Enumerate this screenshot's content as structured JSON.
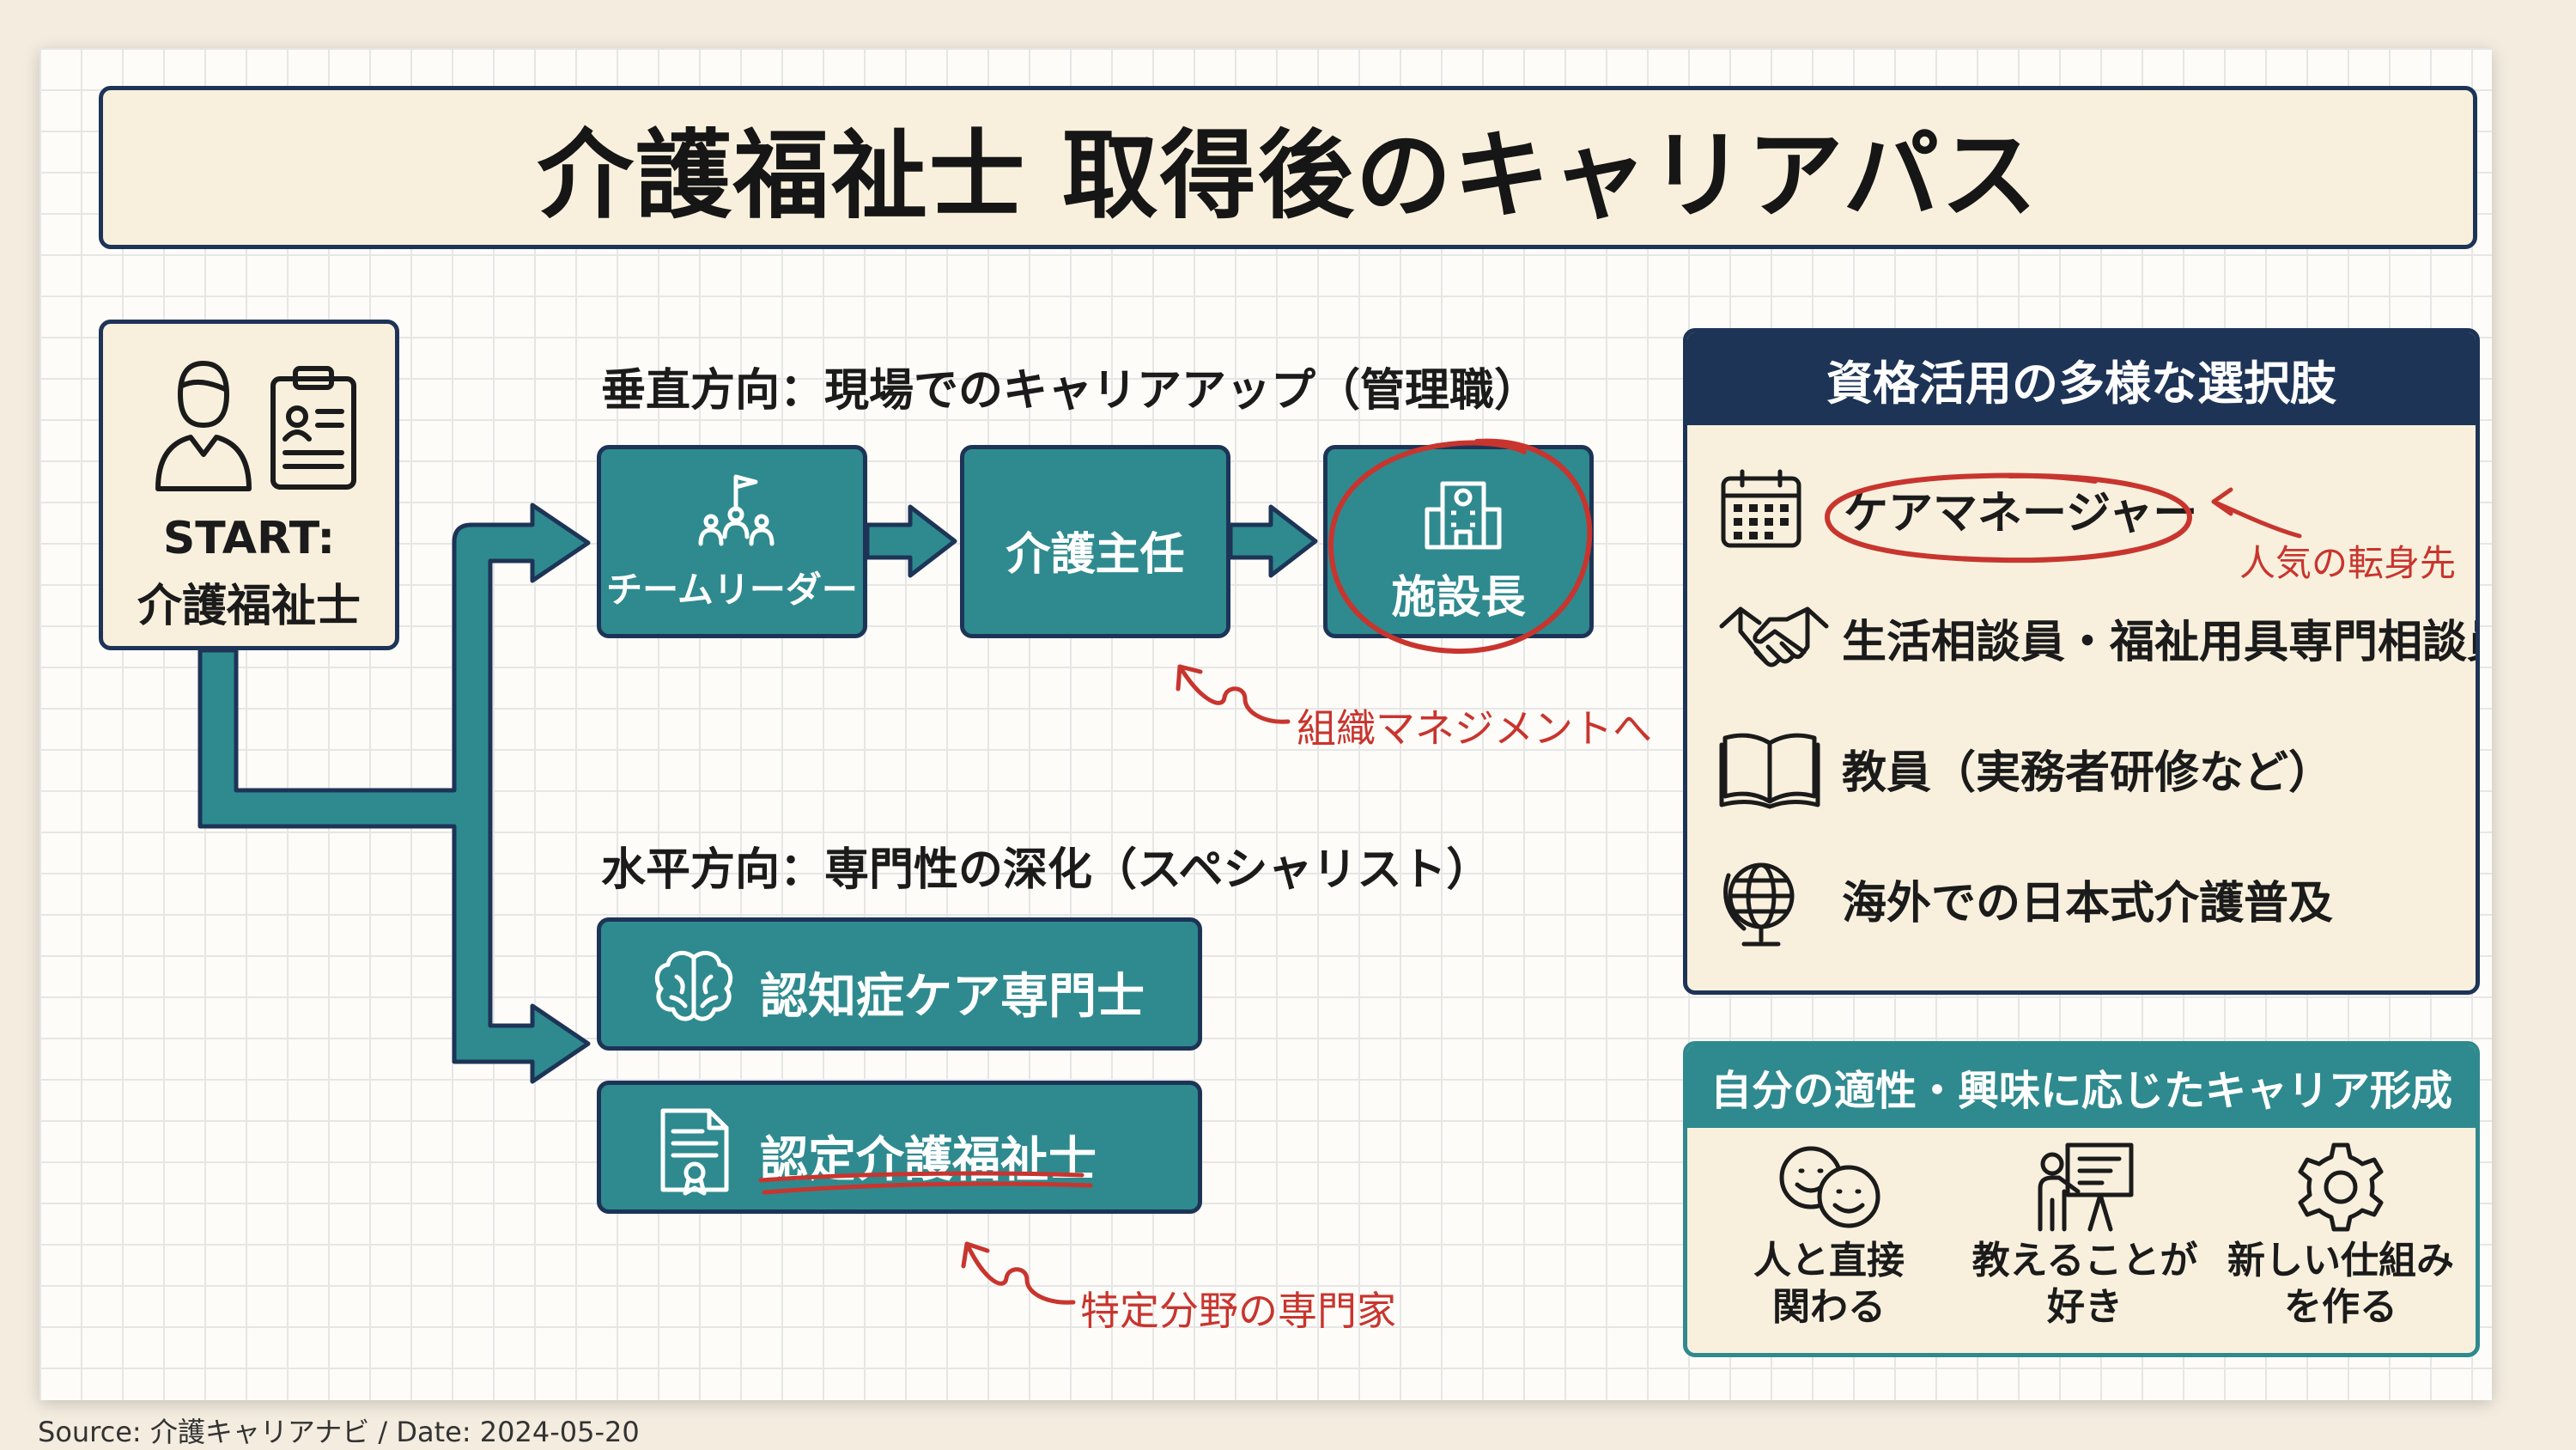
{
  "title": "介護福祉士 取得後のキャリアパス",
  "start": {
    "line1": "START:",
    "line2": "介護福祉士"
  },
  "vertical": {
    "heading": "垂直方向：現場でのキャリアアップ（管理職）",
    "steps": [
      "チームリーダー",
      "介護主任",
      "施設長"
    ],
    "note": "組織マネジメントへ"
  },
  "horizontal": {
    "heading": "水平方向：専門性の深化（スペシャリスト）",
    "items": [
      "認知症ケア専門士",
      "認定介護福祉士"
    ],
    "note": "特定分野の専門家"
  },
  "options": {
    "heading": "資格活用の多様な選択肢",
    "items": [
      {
        "label": "ケアマネージャー",
        "icon": "calendar-icon"
      },
      {
        "label": "生活相談員・福祉用具専門相談員",
        "icon": "handshake-icon"
      },
      {
        "label": "教員（実務者研修など）",
        "icon": "book-icon"
      },
      {
        "label": "海外での日本式介護普及",
        "icon": "globe-icon"
      }
    ],
    "note": "人気の転身先"
  },
  "aptitude": {
    "heading": "自分の適性・興味に応じたキャリア形成",
    "items": [
      {
        "line1": "人と直接",
        "line2": "関わる",
        "icon": "smiling-faces-icon"
      },
      {
        "line1": "教えることが",
        "line2": "好き",
        "icon": "teacher-icon"
      },
      {
        "line1": "新しい仕組み",
        "line2": "を作る",
        "icon": "gear-icon"
      }
    ]
  },
  "source": "Source: 介護キャリアナビ / Date: 2024-05-20",
  "colors": {
    "navy": "#1d3457",
    "teal": "#2e8a8e",
    "cream": "#f8f0dd",
    "red": "#c8352e"
  }
}
